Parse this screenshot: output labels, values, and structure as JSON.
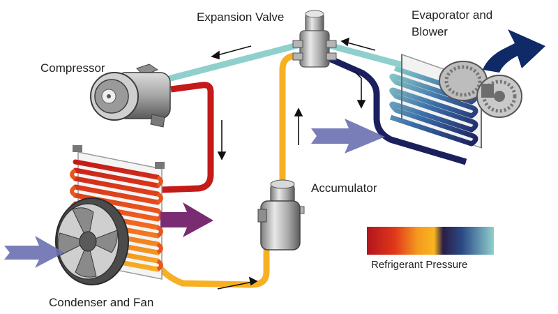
{
  "labels": {
    "expansion_valve": "Expansion Valve",
    "evaporator_line1": "Evaporator and",
    "evaporator_line2": "Blower",
    "compressor": "Compressor",
    "accumulator": "Accumulator",
    "condenser": "Condenser and Fan",
    "legend": "Refrigerant Pressure"
  },
  "colors": {
    "high_pressure": "#c41a18",
    "mid_pressure": "#f5a623",
    "low_pressure": "#1c1f5e",
    "suction": "#8fd0cc",
    "airflow": "#6a6fb0",
    "hot_air": "#7a2c72",
    "cold_air": "#0f2a66"
  },
  "icons": [
    "compressor-icon",
    "expansion-valve-icon",
    "accumulator-icon",
    "condenser-coil-icon",
    "fan-icon",
    "evaporator-coil-icon",
    "blower-icon",
    "flow-arrow-icon",
    "airflow-arrow-icon"
  ]
}
